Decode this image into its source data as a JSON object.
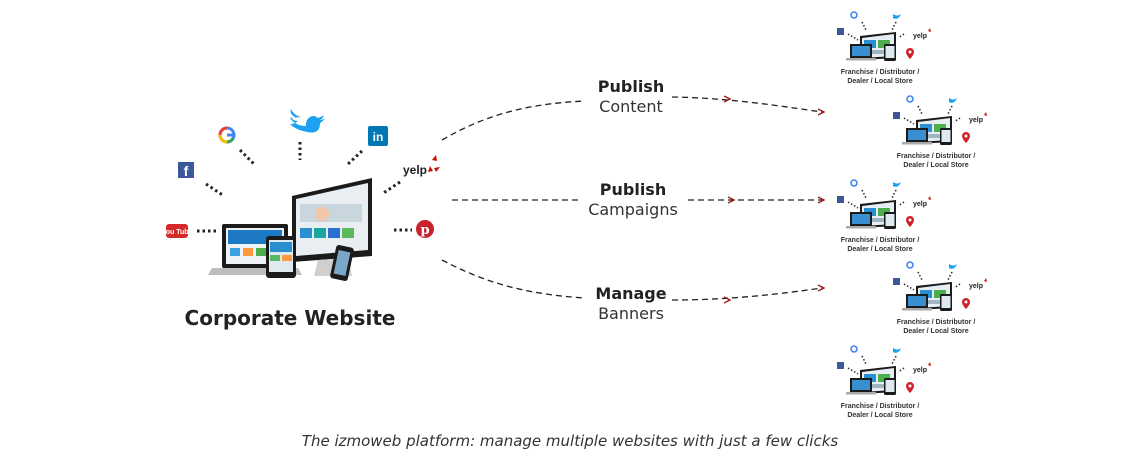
{
  "caption": "The izmoweb platform: manage multiple websites with just a few clicks",
  "corporate": {
    "title": "Corporate Website"
  },
  "social": {
    "youtube": "You Tube",
    "yelp": "yelp",
    "facebook": "f",
    "linkedin": "in"
  },
  "actions": [
    {
      "verb": "Publish",
      "object": "Content"
    },
    {
      "verb": "Publish",
      "object": "Campaigns"
    },
    {
      "verb": "Manage",
      "object": "Banners"
    }
  ],
  "destinations": [
    {
      "label_line1": "Franchise / Distributor /",
      "label_line2": "Dealer / Local Store"
    },
    {
      "label_line1": "Franchise / Distributor /",
      "label_line2": "Dealer / Local Store"
    },
    {
      "label_line1": "Franchise / Distributor /",
      "label_line2": "Dealer / Local Store"
    },
    {
      "label_line1": "Franchise / Distributor /",
      "label_line2": "Dealer / Local Store"
    },
    {
      "label_line1": "Franchise / Distributor /",
      "label_line2": "Dealer / Local Store"
    }
  ],
  "colors": {
    "arrow_head": "#9b1b1b",
    "pin": "#d0222a",
    "pinterest": "#c8232c",
    "youtube": "#d62a2a",
    "twitter": "#1da1f2",
    "facebook": "#3b5998",
    "linkedin": "#0077b5",
    "yelp": "#c41200"
  }
}
